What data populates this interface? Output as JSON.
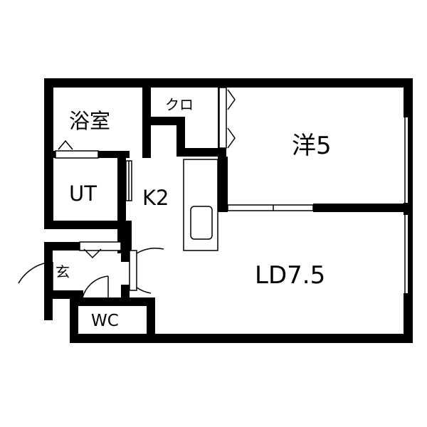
{
  "rooms": {
    "bath": "浴室",
    "closet": "クロ",
    "western": "洋5",
    "utility": "UT",
    "kitchen": "K2",
    "entrance": "玄",
    "living_dining": "LD7.5",
    "toilet": "WC"
  },
  "colors": {
    "wall": "#000000",
    "background": "#ffffff"
  }
}
